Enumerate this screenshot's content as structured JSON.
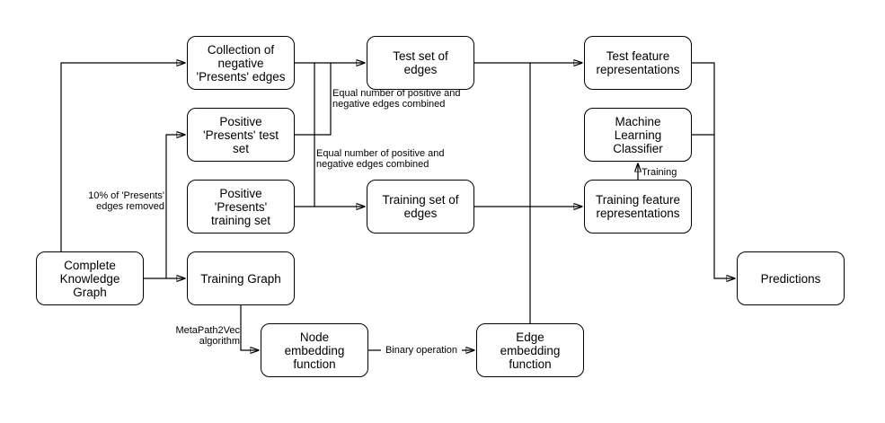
{
  "diagram": {
    "title": "Link prediction pipeline flowchart",
    "colors": {
      "background": "#ffffff",
      "line": "#000000",
      "box_fill": "#ffffff",
      "box_border": "#000000",
      "text": "#000000"
    },
    "nodes": [
      {
        "id": "complete-knowledge-graph",
        "label": "Complete\nKnowledge\nGraph"
      },
      {
        "id": "collection-negative-presents-edges",
        "label": "Collection of\nnegative\n'Presents' edges"
      },
      {
        "id": "positive-presents-test-set",
        "label": "Positive\n'Presents' test\nset"
      },
      {
        "id": "positive-presents-training-set",
        "label": "Positive\n'Presents'\ntraining set"
      },
      {
        "id": "training-graph",
        "label": "Training Graph"
      },
      {
        "id": "test-set-of-edges",
        "label": "Test set of\nedges"
      },
      {
        "id": "training-set-of-edges",
        "label": "Training set of\nedges"
      },
      {
        "id": "node-embedding-function",
        "label": "Node\nembedding\nfunction"
      },
      {
        "id": "edge-embedding-function",
        "label": "Edge\nembedding\nfunction"
      },
      {
        "id": "test-feature-representations",
        "label": "Test feature\nrepresentations"
      },
      {
        "id": "machine-learning-classifier",
        "label": "Machine\nLearning\nClassifier"
      },
      {
        "id": "training-feature-representations",
        "label": "Training feature\nrepresentations"
      },
      {
        "id": "predictions",
        "label": "Predictions"
      }
    ],
    "edge_labels": [
      {
        "id": "ten-percent-removed",
        "label": "10% of 'Presents'\nedges removed"
      },
      {
        "id": "equal-number-test",
        "label": "Equal number of positive and\nnegative edges combined"
      },
      {
        "id": "equal-number-training",
        "label": "Equal number of positive and\nnegative edges combined"
      },
      {
        "id": "metapath2vec",
        "label": "MetaPath2Vec\nalgorithm"
      },
      {
        "id": "binary-operation",
        "label": "Binary operation"
      },
      {
        "id": "training",
        "label": "Training"
      }
    ]
  }
}
